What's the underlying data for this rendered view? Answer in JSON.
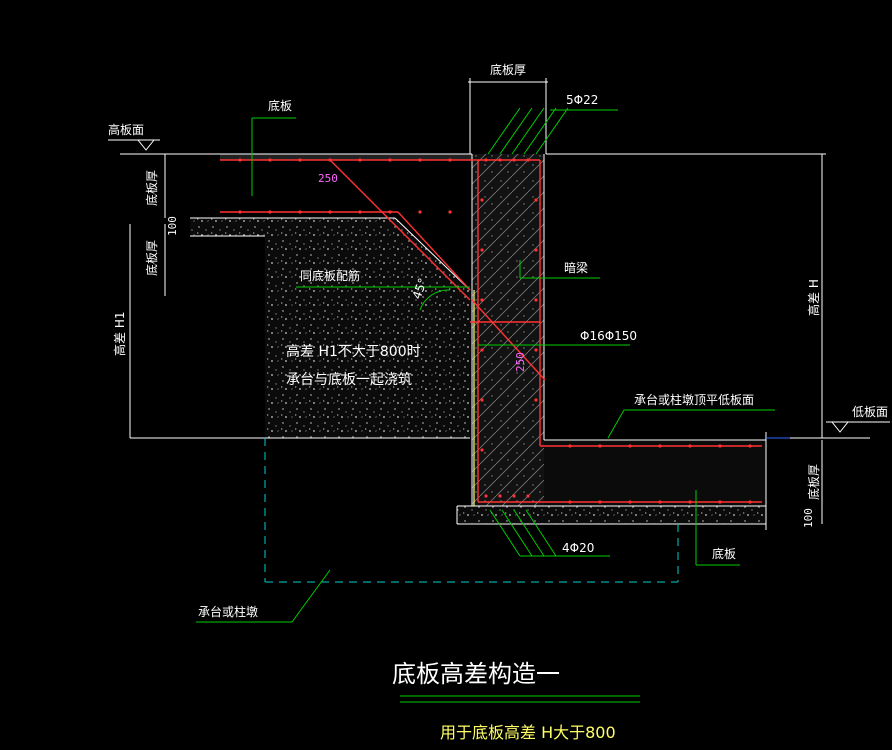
{
  "drawing": {
    "title": "底板高差构造一",
    "subtitle": "用于底板高差  H大于800",
    "labels": {
      "high_slab_face": "高板面",
      "low_slab_face": "低板面",
      "bottom_slab_top": "底板",
      "bottom_slab_bottom": "底板",
      "slab_thickness_top": "底板厚",
      "slab_thickness_left_1": "底板厚",
      "slab_thickness_left_2": "底板厚",
      "slab_thickness_right": "底板厚",
      "height_diff_h1": "高差 H1",
      "height_diff_h": "高差 H",
      "rebar_top": "5Φ22",
      "rebar_bottom": "4Φ20",
      "same_as_slab": "同底板配筋",
      "hidden_beam": "暗梁",
      "stirrup": "Φ16Φ150",
      "pile_cap_face": "承台或柱墩顶平低板面",
      "note_line1": "高差 H1不大于800时",
      "note_line2": "承台与底板一起浇筑",
      "pile_cap": "承台或柱墩",
      "dim_250_top": "250",
      "dim_250_vert": "250",
      "dim_100_left": "100",
      "dim_100_right": "100",
      "angle_45": "45°"
    }
  },
  "colors": {
    "background": "#000000",
    "rebar": "#ff3333",
    "leader": "#00cc00",
    "outline": "#ffffff",
    "concrete_fill": "#666666",
    "dashed_outline": "#00cccc",
    "yellow_line": "#ffff66",
    "magenta_text": "#ff66ff"
  }
}
